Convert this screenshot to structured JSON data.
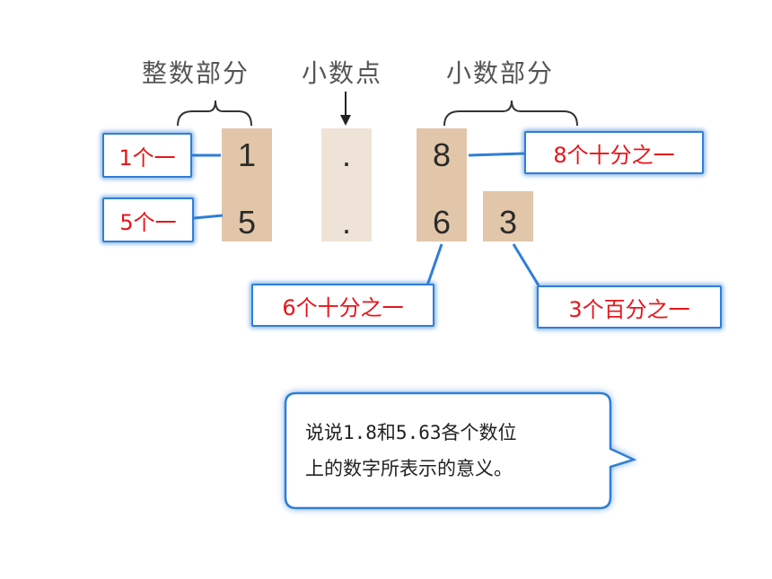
{
  "headers": {
    "integer_part": "整数部分",
    "decimal_point": "小数点",
    "decimal_part": "小数部分"
  },
  "numbers": {
    "row1": [
      "1",
      ".",
      "8"
    ],
    "row2": [
      "5",
      ".",
      "6",
      "3"
    ]
  },
  "labels": {
    "one_ones": "1个一",
    "five_ones": "5个一",
    "eight_tenths": "8个十分之一",
    "six_tenths": "6个十分之一",
    "three_hundredths": "3个百分之一"
  },
  "prompt": {
    "line1": "说说1.8和5.63各个数位",
    "line2": "上的数字所表示的意义。"
  },
  "colors": {
    "label_text": "#e8141a",
    "box_border": "#2f7ed8",
    "column_fill": "#e2c6a9"
  }
}
